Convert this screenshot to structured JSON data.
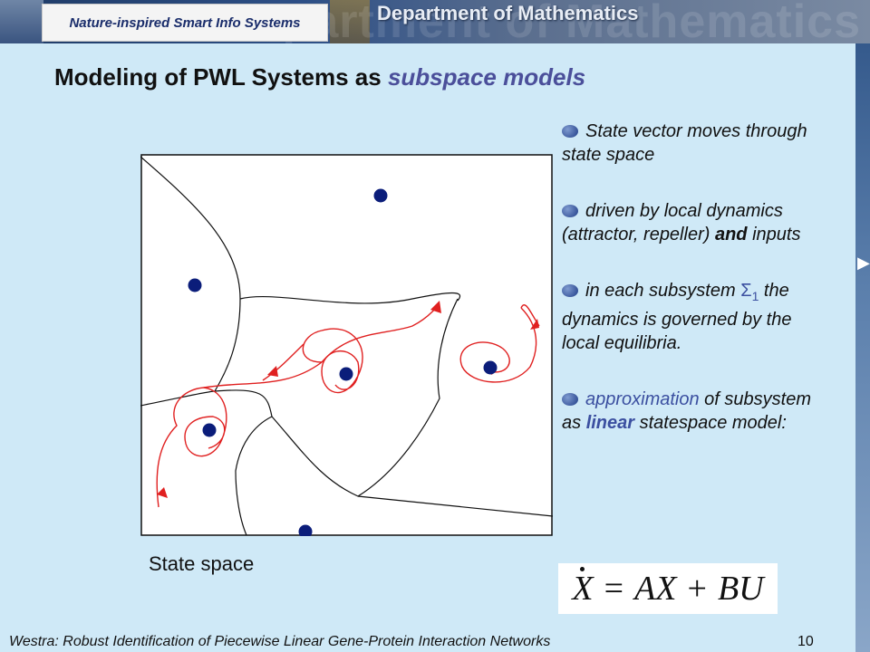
{
  "header": {
    "logo_text": "Nature-inspired Smart Info Systems",
    "department": "Department of Mathematics",
    "watermark": "Department of Mathematics"
  },
  "nav": {
    "next_icon": "triangle-right-icon"
  },
  "slide": {
    "title_main": "Modeling of PWL Systems as ",
    "title_accent": "subspace models",
    "diagram_caption": "State space",
    "bullets": {
      "b1": "State vector moves through state space",
      "b2_part1": "driven by local dynamics (attractor, repeller) ",
      "b2_bold": "and",
      "b2_part2": " inputs",
      "b3_part1": "in each subsystem ",
      "b3_sigma": "Σ",
      "b3_sub": "1",
      "b3_part2": " the dynamics is governed by the local equilibria.",
      "b4_accent": "approximation",
      "b4_part1": " of subsystem as ",
      "b4_bold_accent": "linear",
      "b4_part2": " statespace model:"
    },
    "formula": {
      "lhs": "X",
      "eq": "=",
      "rhs1": "AX",
      "plus": "+",
      "rhs2": "BU"
    }
  },
  "footer": {
    "text": "Westra: Robust Identification of Piecewise Linear Gene-Protein Interaction Networks",
    "page": "10"
  },
  "colors": {
    "accent": "#4b4f9a",
    "trajectory": "#e02020",
    "equilibrium": "#0b1d7a",
    "background": "#cfe9f7"
  }
}
